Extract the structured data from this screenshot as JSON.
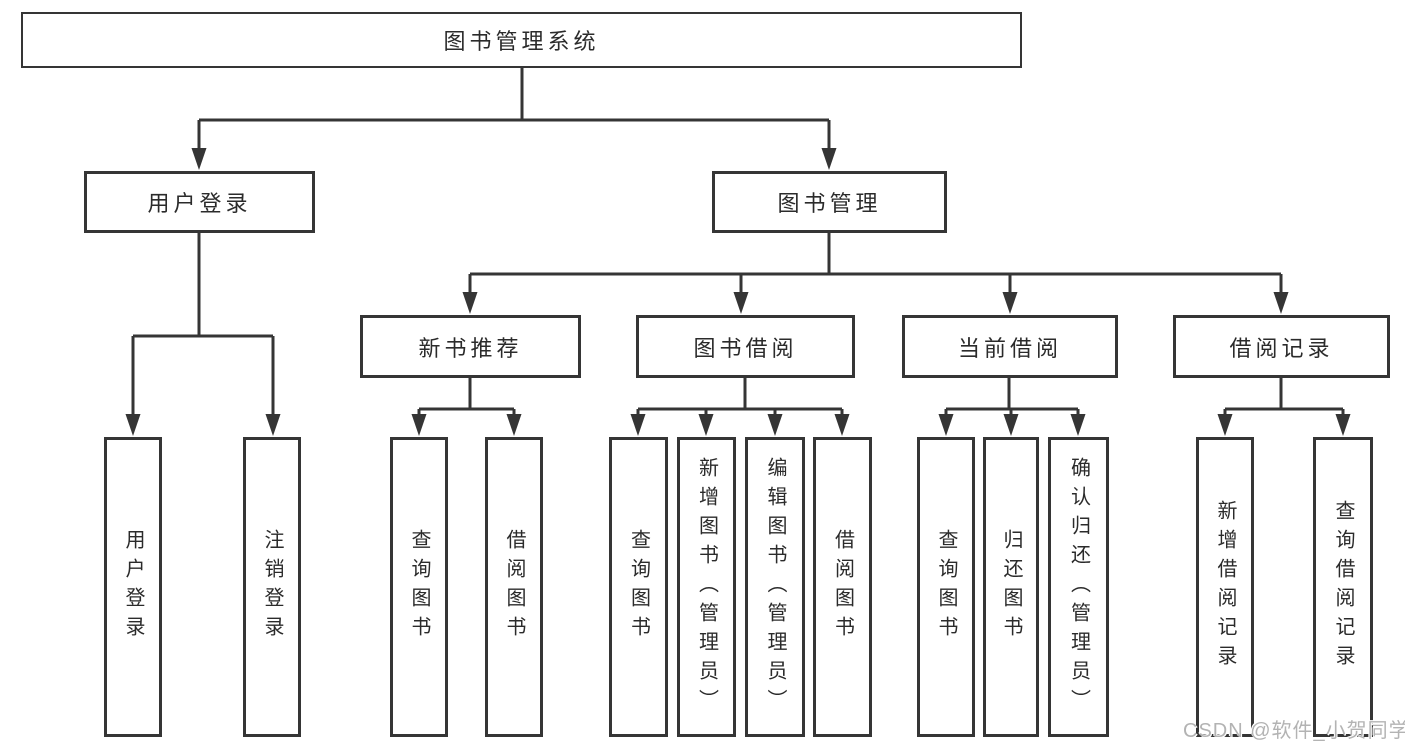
{
  "tree": {
    "root": {
      "label": "图书管理系统"
    },
    "branches": [
      {
        "label": "用户登录",
        "leaves": [
          {
            "label": "用户登录"
          },
          {
            "label": "注销登录"
          }
        ]
      },
      {
        "label": "图书管理",
        "groups": [
          {
            "label": "新书推荐",
            "leaves": [
              {
                "label": "查询图书"
              },
              {
                "label": "借阅图书"
              }
            ]
          },
          {
            "label": "图书借阅",
            "leaves": [
              {
                "label": "查询图书"
              },
              {
                "label": "新增图书（管理员）"
              },
              {
                "label": "编辑图书（管理员）"
              },
              {
                "label": "借阅图书"
              }
            ]
          },
          {
            "label": "当前借阅",
            "leaves": [
              {
                "label": "查询图书"
              },
              {
                "label": "归还图书"
              },
              {
                "label": "确认归还（管理员）"
              }
            ]
          },
          {
            "label": "借阅记录",
            "leaves": [
              {
                "label": "新增借阅记录"
              },
              {
                "label": "查询借阅记录"
              }
            ]
          }
        ]
      }
    ]
  },
  "watermark": {
    "text": "CSDN @软件_小贺同学"
  },
  "colors": {
    "line": "#353535",
    "text": "#2b2b2b",
    "background": "#ffffff",
    "watermark": "#b3b3b3"
  }
}
